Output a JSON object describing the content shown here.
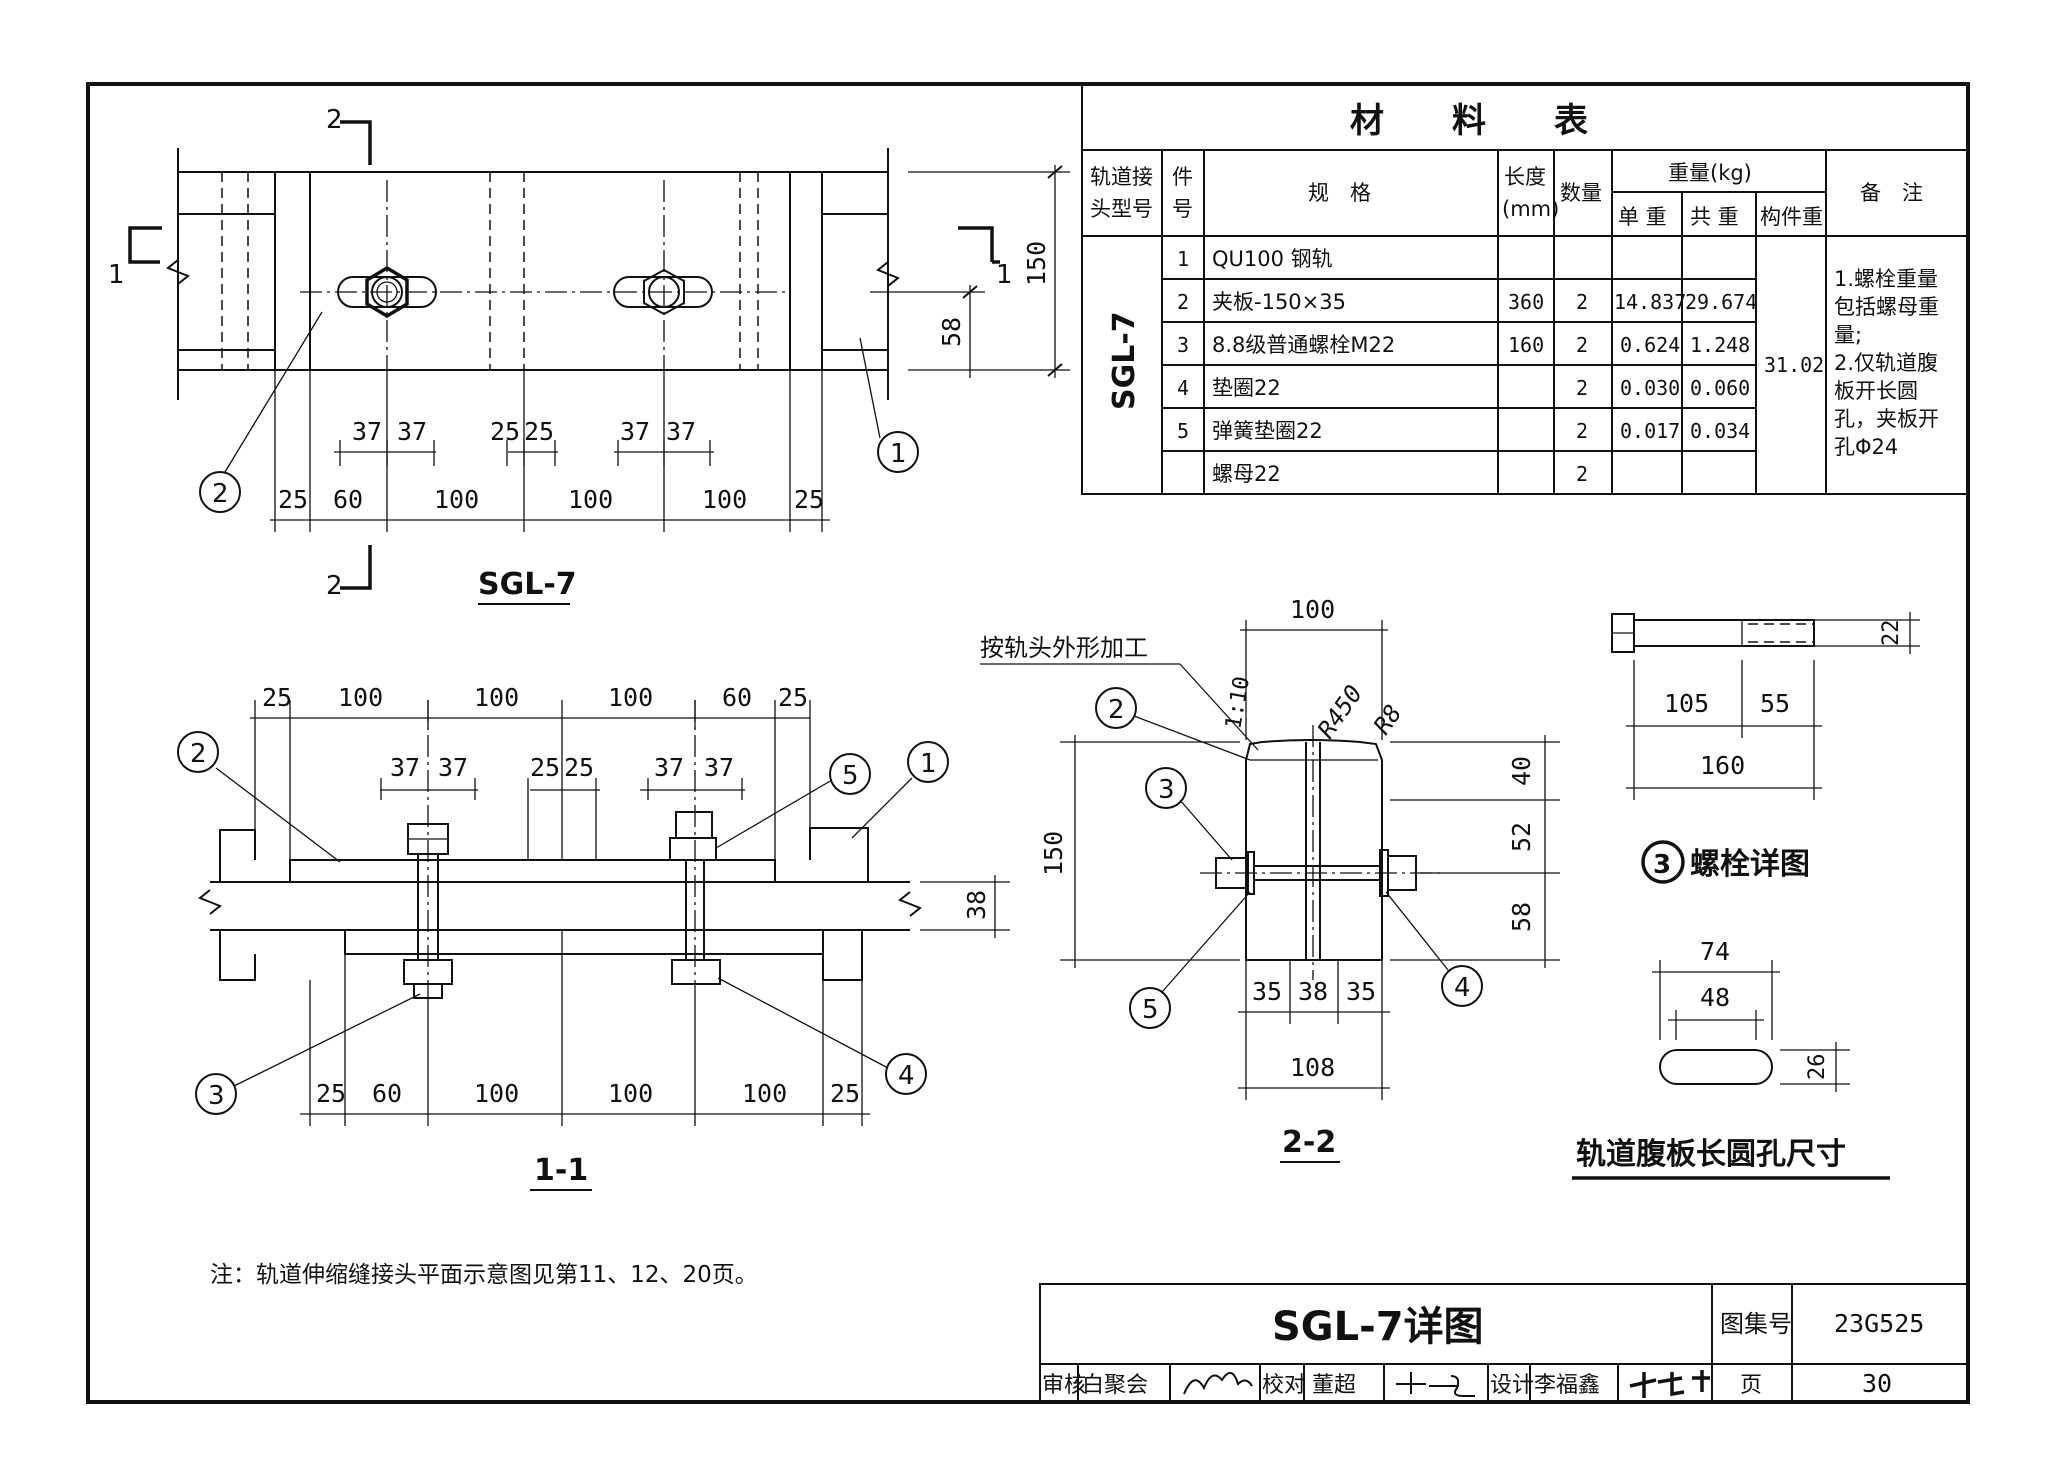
{
  "drawing": {
    "plan": {
      "title": "SGL-7",
      "section_mark_2": "2",
      "section_mark_1": "1",
      "dims_top": [
        "37",
        "37",
        "25",
        "25",
        "37",
        "37"
      ],
      "dims_bottom": [
        "25",
        "60",
        "100",
        "100",
        "100",
        "25"
      ],
      "dim_height": "150",
      "dim_hole": "58",
      "callout_1": "1",
      "callout_2": "2"
    },
    "section_1_1": {
      "title": "1-1",
      "dims_top_row1": [
        "25",
        "100",
        "100",
        "100",
        "60",
        "25"
      ],
      "dims_top_row2": [
        "37",
        "37",
        "25",
        "25",
        "37",
        "37"
      ],
      "dims_bottom": [
        "25",
        "60",
        "100",
        "100",
        "100",
        "25"
      ],
      "dim_right": "38",
      "callouts": [
        "1",
        "2",
        "3",
        "4",
        "5"
      ]
    },
    "section_2_2": {
      "title": "2-2",
      "note": "按轨头外形加工",
      "dim_top": "100",
      "slope": "1:10",
      "r450": "R450",
      "r8": "R8",
      "dim_left": "150",
      "dims_right": [
        "40",
        "52",
        "58"
      ],
      "dims_bottom": [
        "35",
        "38",
        "35"
      ],
      "dim_total": "108",
      "callouts": [
        "2",
        "3",
        "5",
        "4"
      ]
    },
    "bolt_detail": {
      "title": "螺栓详图",
      "callout": "3",
      "dims": [
        "105",
        "55",
        "160",
        "22"
      ]
    },
    "slot_detail": {
      "title": "轨道腹板长圆孔尺寸",
      "dims": [
        "74",
        "48",
        "26"
      ]
    },
    "footnote": "注：轨道伸缩缝接头平面示意图见第11、12、20页。"
  },
  "material_table": {
    "title": "材　　料　　表",
    "headers": {
      "type": "轨道接头型号",
      "item": "件号",
      "spec": "规　格",
      "length": "长度(mm)",
      "qty": "数量",
      "weight": "重量(kg)",
      "unit_w": "单 重",
      "total_w": "共 重",
      "member_w": "构件重",
      "remark": "备　注"
    },
    "type_value": "SGL-7",
    "rows": [
      {
        "no": "1",
        "spec": "QU100 钢轨",
        "len": "",
        "qty": "",
        "unit": "",
        "total": ""
      },
      {
        "no": "2",
        "spec": "夹板-150×35",
        "len": "360",
        "qty": "2",
        "unit": "14.837",
        "total": "29.674"
      },
      {
        "no": "3",
        "spec": "8.8级普通螺栓M22",
        "len": "160",
        "qty": "2",
        "unit": "0.624",
        "total": "1.248"
      },
      {
        "no": "4",
        "spec": "垫圈22",
        "len": "",
        "qty": "2",
        "unit": "0.030",
        "total": "0.060"
      },
      {
        "no": "5",
        "spec": "弹簧垫圈22",
        "len": "",
        "qty": "2",
        "unit": "0.017",
        "total": "0.034"
      },
      {
        "no": "",
        "spec": "螺母22",
        "len": "",
        "qty": "2",
        "unit": "",
        "total": ""
      }
    ],
    "member_weight": "31.02",
    "remarks": [
      "1.螺栓重量",
      "包括螺母重",
      "量;",
      "2.仅轨道腹",
      "板开长圆",
      "孔，夹板开",
      "孔Φ24"
    ]
  },
  "title_block": {
    "drawing_title": "SGL-7详图",
    "atlas_label": "图集号",
    "atlas_no": "23G525",
    "review_label": "审核",
    "reviewer": "白聚会",
    "check_label": "校对",
    "checker": "董超",
    "design_label": "设计",
    "designer": "李福鑫",
    "page_label": "页",
    "page_no": "30"
  }
}
